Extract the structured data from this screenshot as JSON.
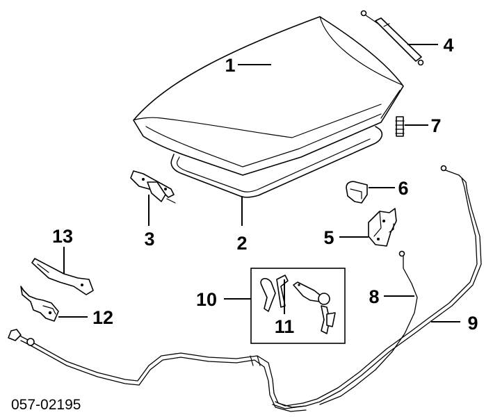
{
  "diagram_code": "057-02195",
  "callouts": {
    "c1": "1",
    "c2": "2",
    "c3": "3",
    "c4": "4",
    "c5": "5",
    "c6": "6",
    "c7": "7",
    "c8": "8",
    "c9": "9",
    "c10": "10",
    "c11": "11",
    "c12": "12",
    "c13": "13"
  }
}
